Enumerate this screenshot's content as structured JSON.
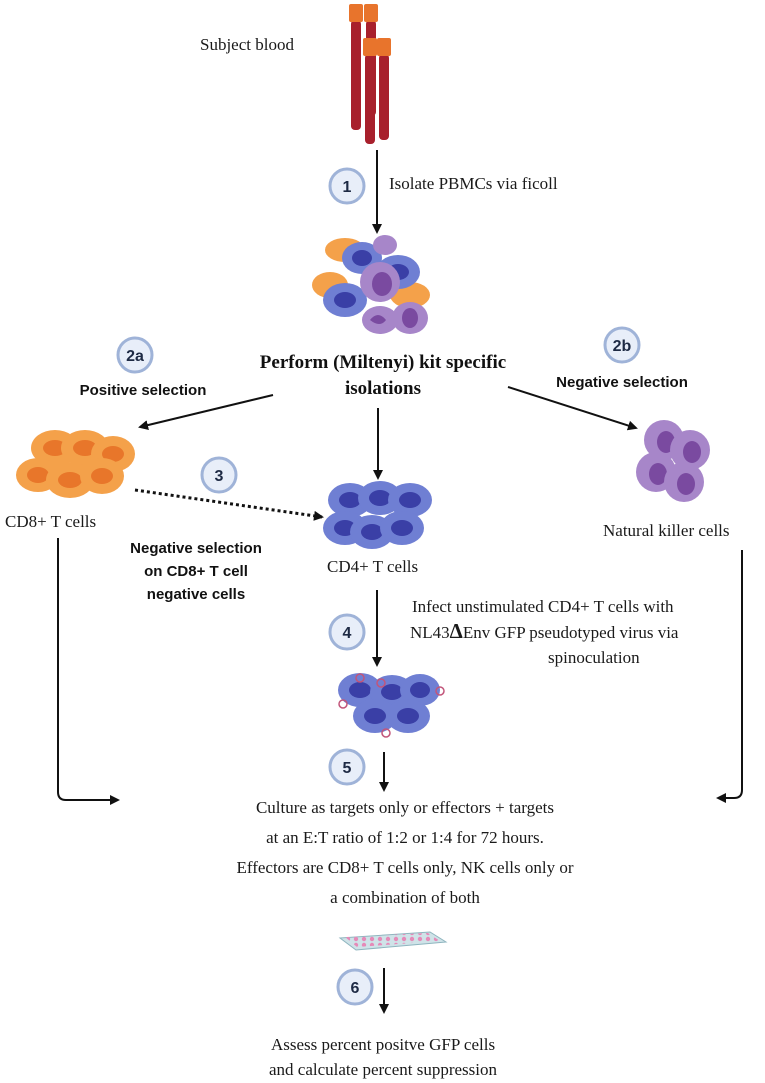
{
  "colors": {
    "tube_red": "#a8202c",
    "tube_cap": "#e8742c",
    "step_circle_fill": "#e8eef9",
    "step_circle_stroke": "#9fb3d8",
    "cd8_cell": "#f4a14a",
    "cd8_nucleus": "#e8762a",
    "cd4_cell": "#6f7fd3",
    "cd4_nucleus": "#3a3fa6",
    "nk_cell": "#a786c9",
    "nk_nucleus": "#7a4aa0"
  },
  "labels": {
    "subject_blood": "Subject blood",
    "isolate_pbmc": "Isolate PBMCs via ficoll",
    "kit_line1": "Perform (Miltenyi) kit specific",
    "kit_line2": "isolations",
    "positive_selection": "Positive selection",
    "negative_selection": "Negative selection",
    "cd8_cells": "CD8+ T cells",
    "cd4_cells": "CD4+ T cells",
    "nk_cells": "Natural killer cells",
    "neg_sel_line1": "Negative selection",
    "neg_sel_line2": "on CD8+ T cell",
    "neg_sel_line3": "negative cells",
    "infect_line1": "Infect unstimulated CD4+ T cells with",
    "infect_line2_pre": "NL43",
    "infect_line2_delta": "Δ",
    "infect_line2_post": "Env GFP pseudotyped virus via",
    "infect_line3": "spinoculation",
    "culture_line1": "Culture as targets only or effectors + targets",
    "culture_line2": "at an E:T ratio of 1:2 or 1:4 for 72 hours.",
    "culture_line3": "Effectors are CD8+ T cells only, NK cells only or",
    "culture_line4": "a combination of both",
    "assess_line1": "Assess percent positve GFP cells",
    "assess_line2": "and calculate percent suppression"
  },
  "steps": {
    "s1": "1",
    "s2a": "2a",
    "s2b": "2b",
    "s3": "3",
    "s4": "4",
    "s5": "5",
    "s6": "6"
  }
}
